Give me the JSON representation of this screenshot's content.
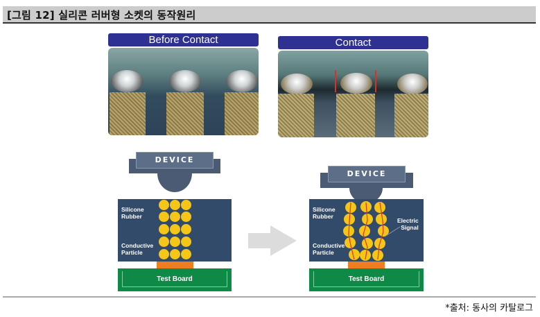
{
  "header": {
    "title": "[그림 12] 실리콘 러버형 소켓의 동작원리"
  },
  "photos": {
    "before": {
      "label": "Before Contact"
    },
    "after": {
      "label": "Contact"
    }
  },
  "diagrams": {
    "before": {
      "device_label": "DEVICE",
      "rubber_label_1": "Silicone",
      "rubber_label_2": "Rubber",
      "particle_label_1": "Conductive",
      "particle_label_2": "Particle",
      "board_label": "Test Board"
    },
    "after": {
      "device_label": "DEVICE",
      "rubber_label_1": "Silicone",
      "rubber_label_2": "Rubber",
      "particle_label_1": "Conductive",
      "particle_label_2": "Particle",
      "signal_label_1": "Electric",
      "signal_label_2": "Signal",
      "board_label": "Test Board"
    }
  },
  "colors": {
    "label_bg": "#2e3192",
    "rubber": "#324b6b",
    "particle": "#f5c518",
    "pad": "#ef7d22",
    "board": "#0f8a46",
    "signal": "#d9302a"
  },
  "footer": {
    "source": "*출처: 동사의 카탈로그"
  }
}
